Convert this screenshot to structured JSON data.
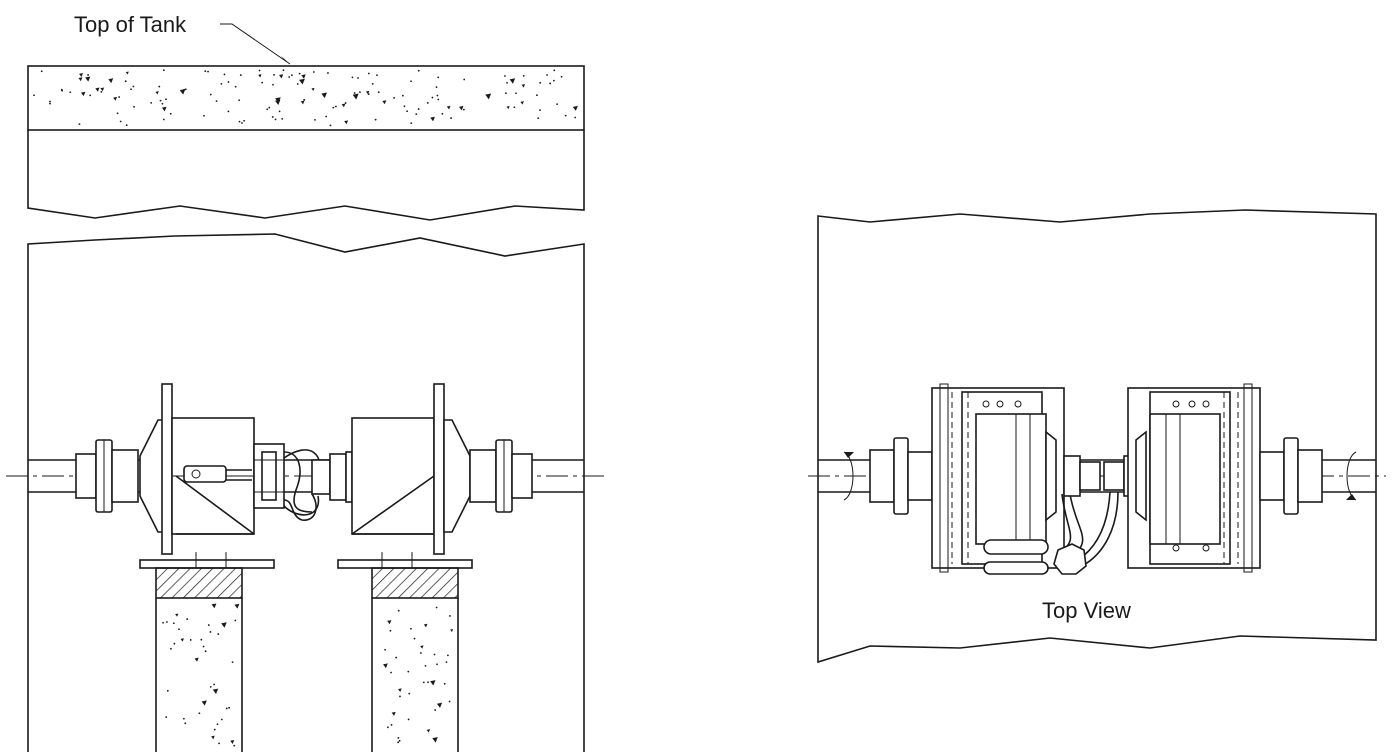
{
  "labels": {
    "top_of_tank": "Top of Tank",
    "top_view": "Top View"
  },
  "views": [
    {
      "name": "elevation-view",
      "components": [
        "concrete-slab",
        "tank-wall",
        "left-motor",
        "right-motor",
        "coupling",
        "flexible-hoses",
        "left-pedestal",
        "right-pedestal",
        "shaft"
      ]
    },
    {
      "name": "top-view",
      "components": [
        "left-motor",
        "right-motor",
        "coupling",
        "flexible-hoses",
        "junction-box",
        "shaft"
      ]
    }
  ],
  "colors": {
    "line": "#1a1a1a",
    "background": "#ffffff"
  }
}
